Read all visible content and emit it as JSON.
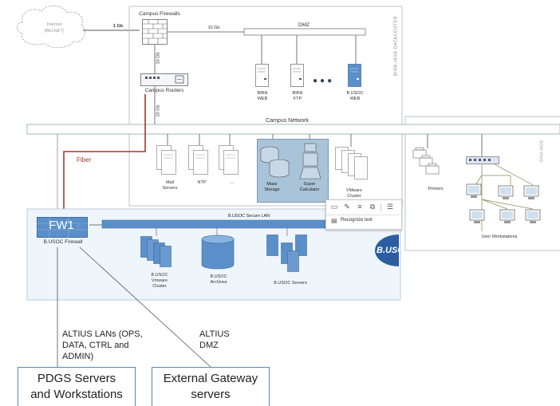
{
  "internet": {
    "label_1": "Internet",
    "label_2": "(BELNET)",
    "link": "1 Gb"
  },
  "campus_firewalls": "Campus Firewalls",
  "campus_routers": "Campus   Routers",
  "link_10gb_dmz": "10 Gb",
  "link_10gb_v1": "10 Gb",
  "link_10gb_v2": "10 Gb",
  "dmz": {
    "label": "DMZ",
    "servers": [
      {
        "l1": "BIRA",
        "l2": "WEB"
      },
      {
        "l1": "BIRA",
        "l2": "FTP"
      },
      {
        "l1": "B.USOC",
        "l2": "WEB"
      }
    ]
  },
  "bira_datacenter": "BIRA-IASB DATACENTER",
  "campus_network": "Campus Network",
  "fiber": "Fiber",
  "datacenter_servers": [
    {
      "l1": "Mail",
      "l2": "Servers"
    },
    {
      "l1": "NTP",
      "l2": ""
    },
    {
      "l1": "...",
      "l2": ""
    }
  ],
  "mass_storage": {
    "l1": "Mass",
    "l2": "Storage"
  },
  "super_calculator": {
    "l1": "Super",
    "l2": "Calculator"
  },
  "vmware_cluster": {
    "l1": "VMware",
    "l2": "Cluster"
  },
  "printers": "Printers",
  "user_workstations": "User Workstations",
  "bira_side": "BIRA-IASB",
  "fw1": "FW1",
  "busoc_firewall": "B.USOC  Firewall",
  "busoc_lan": "B.USOC Secure LAN",
  "busoc_vmware": {
    "l1": "B.USOC",
    "l2": "Vmware",
    "l3": "Cluster"
  },
  "busoc_archives": {
    "l1": "B.USOC",
    "l2": "Archives"
  },
  "busoc_servers": "B.USOC Servers",
  "busoc_logo": "B.USOC",
  "toolbar": {
    "recognize": "Recognize text"
  },
  "altius_lans": {
    "l1": "ALTIUS LANs (OPS,",
    "l2": "DATA, CTRL and",
    "l3": "ADMIN)"
  },
  "altius_dmz": {
    "l1": "ALTIUS",
    "l2": "DMZ"
  },
  "pdgs": {
    "l1": "PDGS Servers",
    "l2": "and Workstations"
  },
  "external_gateway": {
    "l1": "External Gateway",
    "l2": "servers"
  },
  "colors": {
    "accent": "#5b86b8",
    "fiber": "#a33a2a",
    "lan": "#5b8fc9",
    "busoc_bg": "#eef5fb",
    "storage_bg": "#a9c3d8"
  }
}
